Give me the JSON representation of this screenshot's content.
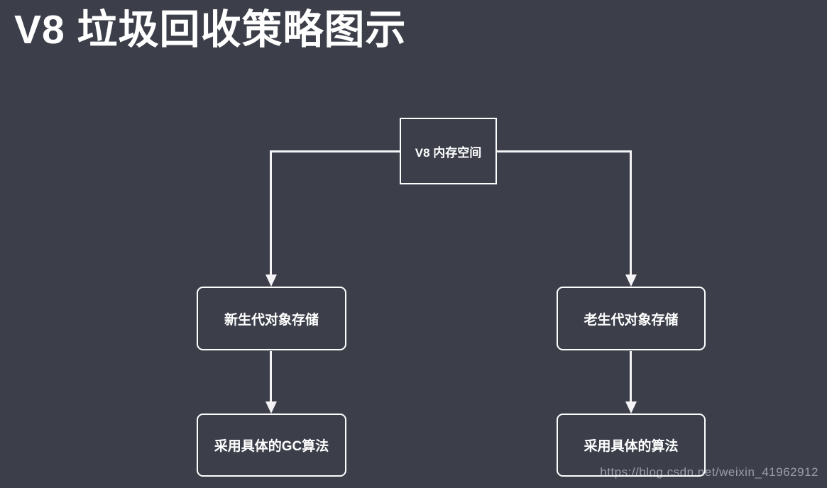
{
  "page": {
    "title": "V8 垃圾回收策略图示"
  },
  "diagram": {
    "root": {
      "label": "V8 内存空间"
    },
    "left_branch": {
      "storage": {
        "label": "新生代对象存储"
      },
      "algorithm": {
        "label": "采用具体的GC算法"
      }
    },
    "right_branch": {
      "storage": {
        "label": "老生代对象存储"
      },
      "algorithm": {
        "label": "采用具体的算法"
      }
    }
  },
  "watermark": {
    "text": "https://blog.csdn.net/weixin_41962912"
  },
  "colors": {
    "background": "#3c3f4a",
    "line": "#f4f4f6",
    "text": "#ffffff",
    "watermark": "rgba(230,233,240,0.55)"
  }
}
